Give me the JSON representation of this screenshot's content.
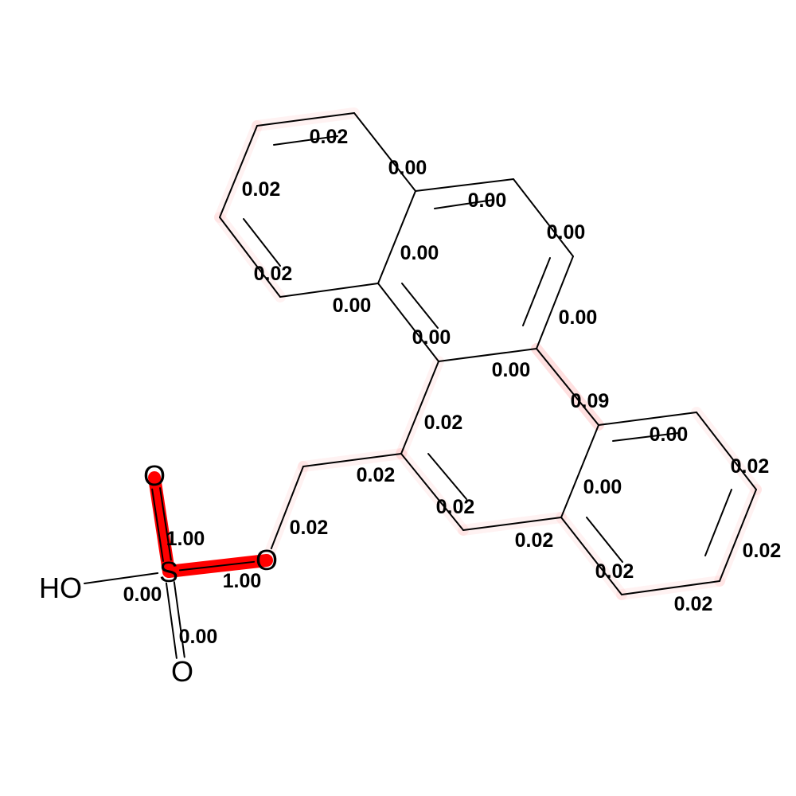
{
  "highlight_color": "#ff0000",
  "atoms": [
    {
      "id": "O_top",
      "label": "O"
    },
    {
      "id": "S",
      "label": "S"
    },
    {
      "id": "O_ester",
      "label": "O"
    },
    {
      "id": "HO",
      "label": "HO"
    },
    {
      "id": "O_bot",
      "label": "O"
    }
  ],
  "bond_labels": [
    "0.02",
    "0.00",
    "0.00",
    "0.00",
    "0.02",
    "0.00",
    "0.00",
    "0.02",
    "0.00",
    "0.00",
    "0.00",
    "0.02",
    "0.09",
    "0.00",
    "0.02",
    "0.02",
    "0.02",
    "0.00",
    "0.02",
    "0.02",
    "0.02",
    "0.02",
    "0.02",
    "1.00",
    "1.00",
    "0.00",
    "0.00"
  ],
  "bond_weights": [
    0.02,
    0.0,
    0.0,
    0.0,
    0.02,
    0.0,
    0.0,
    0.02,
    0.0,
    0.0,
    0.0,
    0.02,
    0.09,
    0.0,
    0.02,
    0.02,
    0.02,
    0.0,
    0.02,
    0.02,
    0.02,
    0.02,
    0.02,
    1.0,
    1.0,
    0.0,
    0.0
  ]
}
